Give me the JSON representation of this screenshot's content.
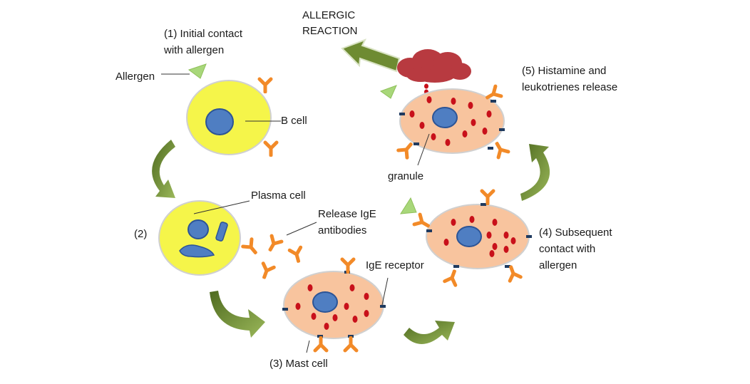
{
  "labels": {
    "allergic_reaction_1": "ALLERGIC",
    "allergic_reaction_2": "REACTION",
    "step1_line1": "(1) Initial contact",
    "step1_line2": "with allergen",
    "allergen": "Allergen",
    "b_cell": "B cell",
    "step5_line1": "(5) Histamine and",
    "step5_line2": "leukotrienes release",
    "granule": "granule",
    "plasma_cell": "Plasma cell",
    "step2": "(2)",
    "release_ige_line1": "Release IgE",
    "release_ige_line2": "antibodies",
    "ige_receptor": "IgE receptor",
    "step4_line1": "(4) Subsequent",
    "step4_line2": "contact with",
    "step4_line3": "allergen",
    "step3": "(3) Mast cell"
  },
  "colors": {
    "b_cell_fill": "#f5f54a",
    "cell_border": "#d0d0d0",
    "nucleus": "#4f7ec2",
    "nucleus_stroke": "#2c5496",
    "mast_fill": "#f8c49e",
    "granule": "#c8101a",
    "antibody": "#f28a28",
    "receptor": "#1f3a5f",
    "allergen": "#a8d77a",
    "arrow": "#6e8b32",
    "cloud": "#b83a40"
  }
}
